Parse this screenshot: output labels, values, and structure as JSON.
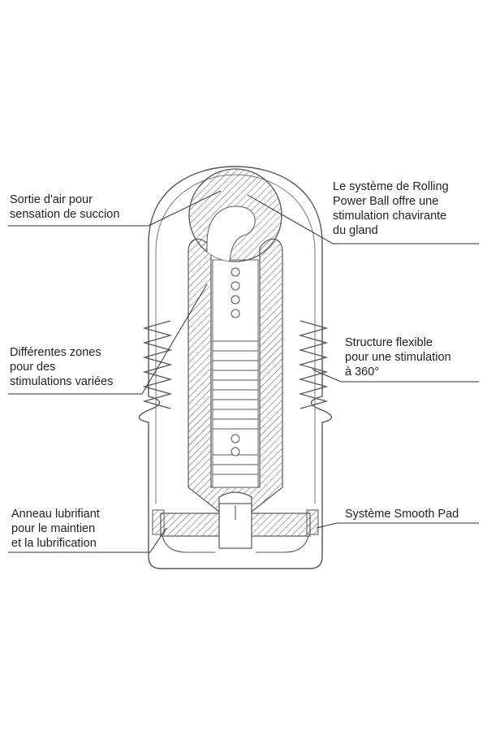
{
  "diagram": {
    "callouts": {
      "air_outlet": {
        "lines": [
          "Sortie d'air pour",
          "sensation de succion"
        ]
      },
      "rolling_ball": {
        "lines": [
          "Le système de Rolling",
          "Power Ball offre une",
          "stimulation chavirante",
          "du gland"
        ]
      },
      "zones": {
        "lines": [
          "Différentes zones",
          "pour des",
          "stimulations variées"
        ]
      },
      "flexible": {
        "lines": [
          "Structure flexible",
          "pour une stimulation",
          "à 360°"
        ]
      },
      "ring": {
        "lines": [
          "Anneau lubrifiant",
          "pour le maintien",
          "et la lubrification"
        ]
      },
      "smooth_pad": {
        "lines": [
          "Système Smooth Pad"
        ]
      }
    }
  }
}
